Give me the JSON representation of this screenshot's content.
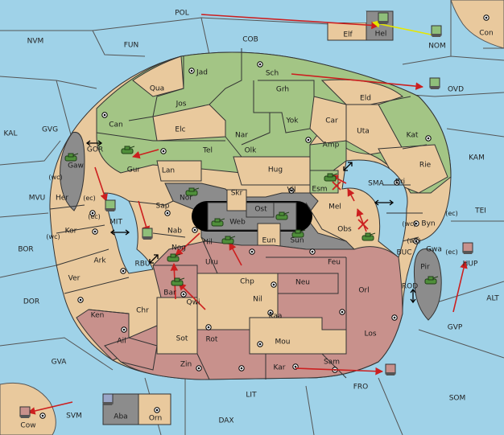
{
  "colors": {
    "sea": "#9fd2e8",
    "sea_border": "#555555",
    "green": "#a3c585",
    "tan": "#e9c99d",
    "red": "#c8918c",
    "gray": "#8c8c8c",
    "black": "#000000",
    "arrow_red": "#cc1f1f",
    "arrow_yellow": "#e6e600"
  },
  "sea_labels": {
    "pol": "POL",
    "nvm": "NVM",
    "fun": "FUN",
    "cob": "COB",
    "con": "Con",
    "nom": "NOM",
    "ovd": "OVD",
    "kal": "KAL",
    "gvg": "GVG",
    "gor": "GOR",
    "mvu": "MVU",
    "kam": "KAM",
    "sma": "SMA",
    "tei": "TEI",
    "mit": "MIT",
    "bor": "BOR",
    "rbu": "RBU",
    "buc": "BUC",
    "dor": "DOR",
    "rod": "ROD",
    "alt": "ALT",
    "gvp": "GVP",
    "gva": "GVA",
    "fro": "FRO",
    "som": "SOM",
    "lit": "LIT",
    "svm": "SVM",
    "dax": "DAX",
    "cow": "Cow",
    "hup": "HUP"
  },
  "land_labels": {
    "elf": "Elf",
    "hel": "Hel",
    "jad": "Jad",
    "sch": "Sch",
    "qua": "Qua",
    "jos": "Jos",
    "grh": "Grh",
    "eld": "Eld",
    "can": "Can",
    "elc": "Elc",
    "nar": "Nar",
    "yok": "Yok",
    "car": "Car",
    "uta": "Uta",
    "kat": "Kat",
    "tel": "Tel",
    "olk": "Olk",
    "amp": "Amp",
    "gaw": "Gaw",
    "gur": "Gur",
    "lan": "Lan",
    "hug": "Hug",
    "rie": "Rie",
    "nor": "Nor",
    "skr": "Skr",
    "ost": "Ost",
    "vil": "Vil",
    "esm": "Esm",
    "bri": "Bri",
    "her": "Her",
    "sap": "Sap",
    "web": "Web",
    "mel": "Mel",
    "byn": "Byn",
    "kor": "Kor",
    "nab": "Nab",
    "eun": "Eun",
    "sun": "Sun",
    "obs": "Obs",
    "gwa": "Gwa",
    "nog": "Nog",
    "hil": "Hil",
    "ark": "Ark",
    "uru": "Uru",
    "feu": "Feu",
    "pir": "Pir",
    "chp": "Chp",
    "neu": "Neu",
    "ver": "Ver",
    "bar": "Bar",
    "qwi": "Qwi",
    "orl": "Orl",
    "nil": "Nil",
    "ken": "Ken",
    "chr": "Chr",
    "kaa": "Kaa",
    "los": "Los",
    "ail": "Ail",
    "sot": "Sot",
    "rot": "Rot",
    "mou": "Mou",
    "zin": "Zin",
    "kar": "Kar",
    "sam": "Sam",
    "aba": "Aba",
    "orn": "Orn"
  },
  "coast_labels": {
    "wc": "(wc)",
    "ec": "(ec)"
  },
  "icons": {
    "army": "army-unit-icon",
    "fleet": "fleet-unit-icon",
    "supply": "supply-center-icon"
  }
}
